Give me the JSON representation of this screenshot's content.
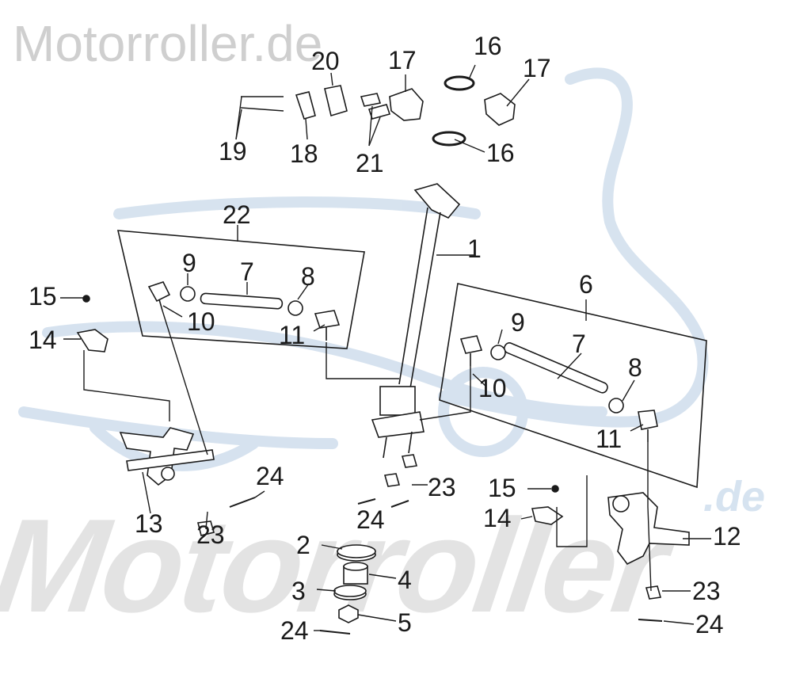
{
  "watermark": {
    "top_text": "Motorroller.de",
    "big_text": "Motorroller",
    "de_text": ".de"
  },
  "colors": {
    "ink": "#1a1a1a",
    "watermark_gray": "#cfcfcf",
    "scooter_blue": "#c9d9ea"
  },
  "callouts": [
    {
      "id": "c1",
      "text": "1"
    },
    {
      "id": "c2",
      "text": "2"
    },
    {
      "id": "c3",
      "text": "3"
    },
    {
      "id": "c4",
      "text": "4"
    },
    {
      "id": "c5",
      "text": "5"
    },
    {
      "id": "c6",
      "text": "6"
    },
    {
      "id": "c7a",
      "text": "7"
    },
    {
      "id": "c7b",
      "text": "7"
    },
    {
      "id": "c8a",
      "text": "8"
    },
    {
      "id": "c8b",
      "text": "8"
    },
    {
      "id": "c9a",
      "text": "9"
    },
    {
      "id": "c9b",
      "text": "9"
    },
    {
      "id": "c10a",
      "text": "10"
    },
    {
      "id": "c10b",
      "text": "10"
    },
    {
      "id": "c11a",
      "text": "11"
    },
    {
      "id": "c11b",
      "text": "11"
    },
    {
      "id": "c12",
      "text": "12"
    },
    {
      "id": "c13",
      "text": "13"
    },
    {
      "id": "c14a",
      "text": "14"
    },
    {
      "id": "c14b",
      "text": "14"
    },
    {
      "id": "c15a",
      "text": "15"
    },
    {
      "id": "c15b",
      "text": "15"
    },
    {
      "id": "c16a",
      "text": "16"
    },
    {
      "id": "c16b",
      "text": "16"
    },
    {
      "id": "c17a",
      "text": "17"
    },
    {
      "id": "c17b",
      "text": "17"
    },
    {
      "id": "c18",
      "text": "18"
    },
    {
      "id": "c19",
      "text": "19"
    },
    {
      "id": "c20",
      "text": "20"
    },
    {
      "id": "c21",
      "text": "21"
    },
    {
      "id": "c22",
      "text": "22"
    },
    {
      "id": "c23a",
      "text": "23"
    },
    {
      "id": "c23b",
      "text": "23"
    },
    {
      "id": "c23c",
      "text": "23"
    },
    {
      "id": "c24a",
      "text": "24"
    },
    {
      "id": "c24b",
      "text": "24"
    },
    {
      "id": "c24c",
      "text": "24"
    },
    {
      "id": "c24d",
      "text": "24"
    }
  ]
}
